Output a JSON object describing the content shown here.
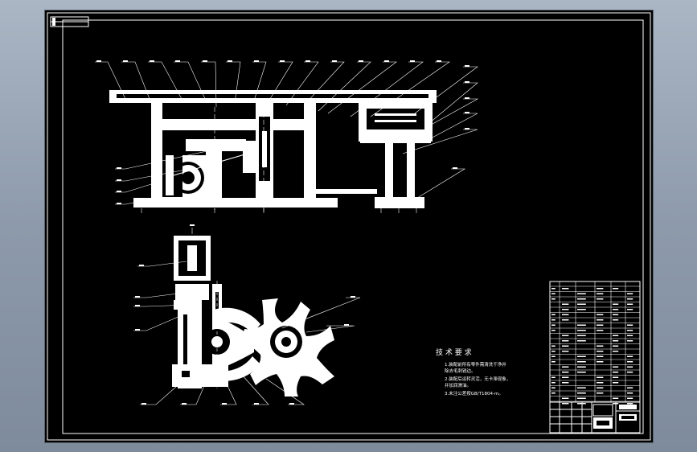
{
  "drawing": {
    "notes_title": "技 术 要 求",
    "notes": [
      "1.装配前所有零件需清洗干净并",
      "  除去毛刺锐边。",
      "2.装配后运转灵活，无卡滞现象，",
      "  并加润滑油。",
      "3.未注公差按GB/T1804-m。"
    ]
  },
  "colors": {
    "outer_bg": "#8d9aab",
    "sheet_bg": "#000000",
    "line": "#ffffff"
  }
}
